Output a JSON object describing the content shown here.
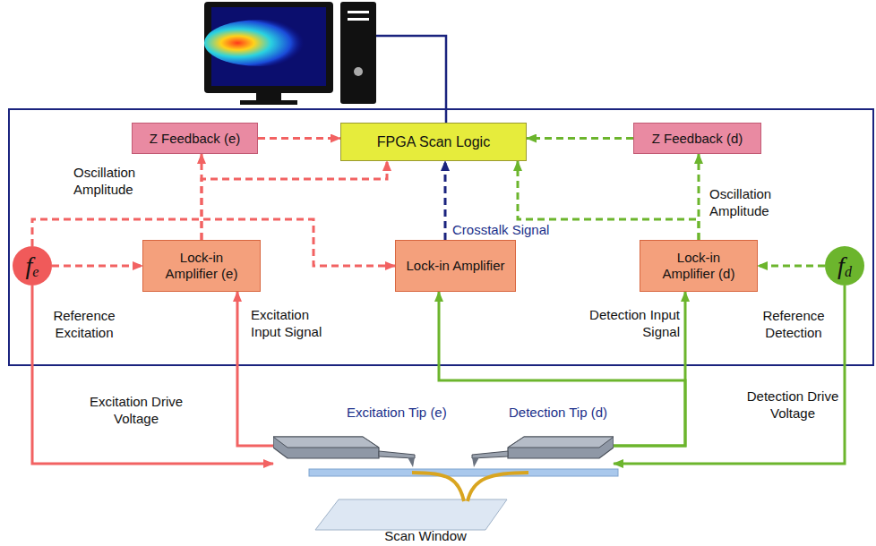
{
  "diagram": {
    "nodes": [
      {
        "text": [
          "Z Feedback (e)"
        ]
      },
      {
        "text": [
          "FPGA Scan Logic"
        ]
      },
      {
        "text": [
          "Z Feedback (d)"
        ]
      },
      {
        "text": [
          "f",
          "e"
        ]
      },
      {
        "text": [
          "Lock-in Amplifier (e)"
        ]
      },
      {
        "text": [
          "Lock-in Amplifier"
        ]
      },
      {
        "text": [
          "Lock-in Amplifier (d)"
        ]
      },
      {
        "text": [
          "f",
          "d"
        ]
      },
      {
        "text": [
          "Excitation Tip (e)"
        ]
      },
      {
        "text": [
          "Detection Tip (d)"
        ]
      }
    ],
    "edges": [
      {
        "from": 0,
        "to": 1,
        "arrow": "to"
      },
      {
        "from": 2,
        "to": 1,
        "arrow": "to"
      },
      {
        "from": 4,
        "to": 0,
        "arrow": "to"
      },
      {
        "from": 4,
        "to": 1,
        "arrow": "to"
      },
      {
        "from": 3,
        "to": 4,
        "arrow": "to"
      },
      {
        "from": 3,
        "to": 5,
        "arrow": "to"
      },
      {
        "from": 5,
        "to": 1,
        "label": "Crosstalk Signal",
        "arrow": "to"
      },
      {
        "from": 6,
        "to": 2,
        "arrow": "to"
      },
      {
        "from": 6,
        "to": 1,
        "arrow": "to"
      },
      {
        "from": 7,
        "to": 6,
        "arrow": "to"
      },
      {
        "from": 3,
        "to": 8,
        "arrow": "to"
      },
      {
        "from": 8,
        "to": 4,
        "arrow": "to"
      },
      {
        "from": 9,
        "to": 5,
        "arrow": "to"
      },
      {
        "from": 9,
        "to": 6,
        "arrow": "to"
      },
      {
        "from": 7,
        "to": 9,
        "arrow": "to"
      }
    ],
    "labels": [
      "Oscillation Amplitude",
      "Oscillation Amplitude",
      "Reference Excitation",
      "Excitation Input Signal",
      "Detection Input Signal",
      "Reference Detection",
      "Excitation Drive Voltage",
      "Detection Drive Voltage",
      "Scan Window"
    ]
  }
}
